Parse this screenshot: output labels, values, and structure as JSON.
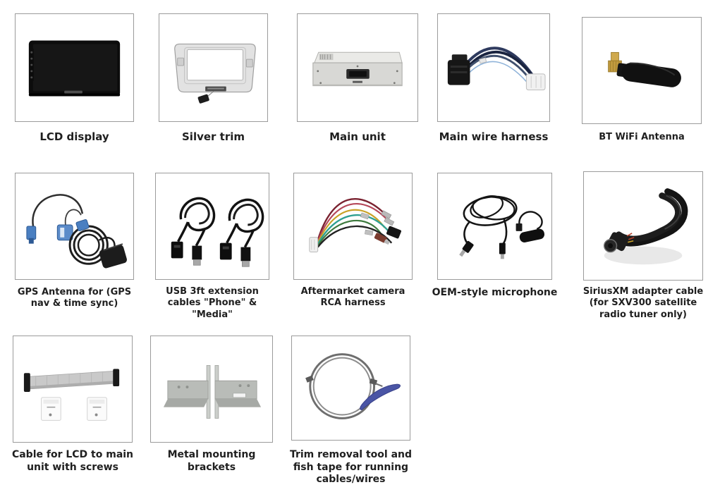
{
  "page": {
    "background": "#ffffff",
    "box_border_color": "#9b9b9b",
    "label_color": "#1f1f1f"
  },
  "items": [
    {
      "icon": "lcd-display-icon",
      "label": "LCD display"
    },
    {
      "icon": "silver-trim-icon",
      "label": "Silver trim"
    },
    {
      "icon": "main-unit-icon",
      "label": "Main unit"
    },
    {
      "icon": "main-wire-harness-icon",
      "label": "Main wire harness"
    },
    {
      "icon": "bt-wifi-antenna-icon",
      "label": "BT WiFi Antenna"
    },
    {
      "icon": "gps-antenna-icon",
      "label": "GPS Antenna for (GPS\nnav & time sync)"
    },
    {
      "icon": "usb-extension-cables-icon",
      "label": "USB 3ft extension\ncables \"Phone\" &\n\"Media\""
    },
    {
      "icon": "camera-rca-harness-icon",
      "label": "Aftermarket camera\nRCA harness"
    },
    {
      "icon": "oem-microphone-icon",
      "label": "OEM-style microphone"
    },
    {
      "icon": "siriusxm-adapter-cable-icon",
      "label": "SiriusXM adapter cable\n(for SXV300 satellite\nradio tuner only)"
    },
    {
      "icon": "lcd-cable-screws-icon",
      "label": "Cable for LCD to main\nunit with screws"
    },
    {
      "icon": "metal-brackets-icon",
      "label": "Metal mounting\nbrackets"
    },
    {
      "icon": "trim-tool-fish-tape-icon",
      "label": "Trim removal tool and\nfish tape for running\ncables/wires"
    }
  ]
}
